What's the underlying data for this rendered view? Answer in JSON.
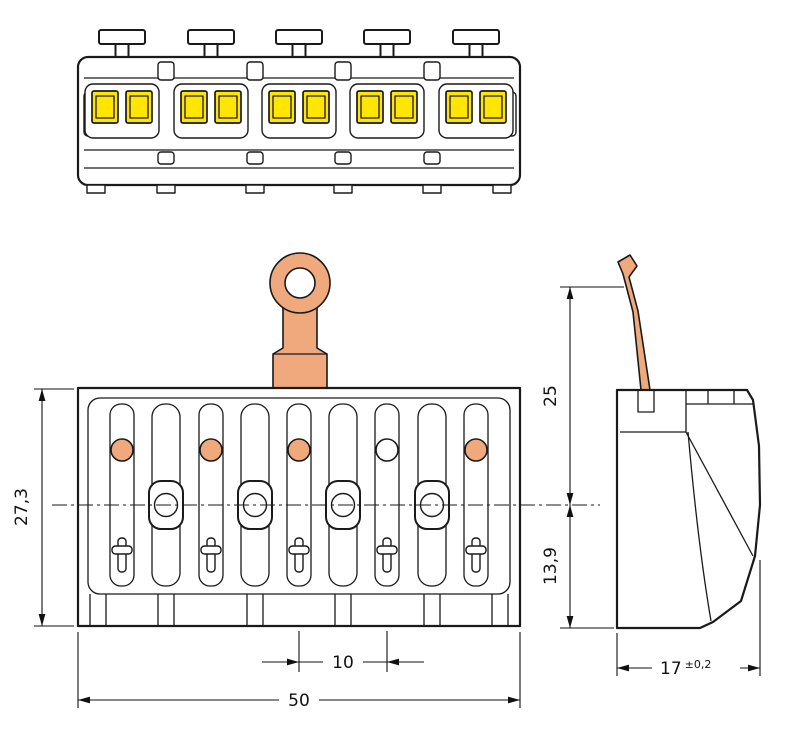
{
  "colors": {
    "copper": "#f0a97d",
    "yellow": "#ffe600",
    "line": "#1a1a1a",
    "dim": "#111111",
    "background": "#ffffff"
  },
  "dim_labels": {
    "front_height": "27,3",
    "front_width": "50",
    "pole_pitch": "10",
    "side_upper": "25",
    "side_lower": "13,9",
    "side_depth": "17",
    "side_depth_tolerance": "±0,2"
  }
}
